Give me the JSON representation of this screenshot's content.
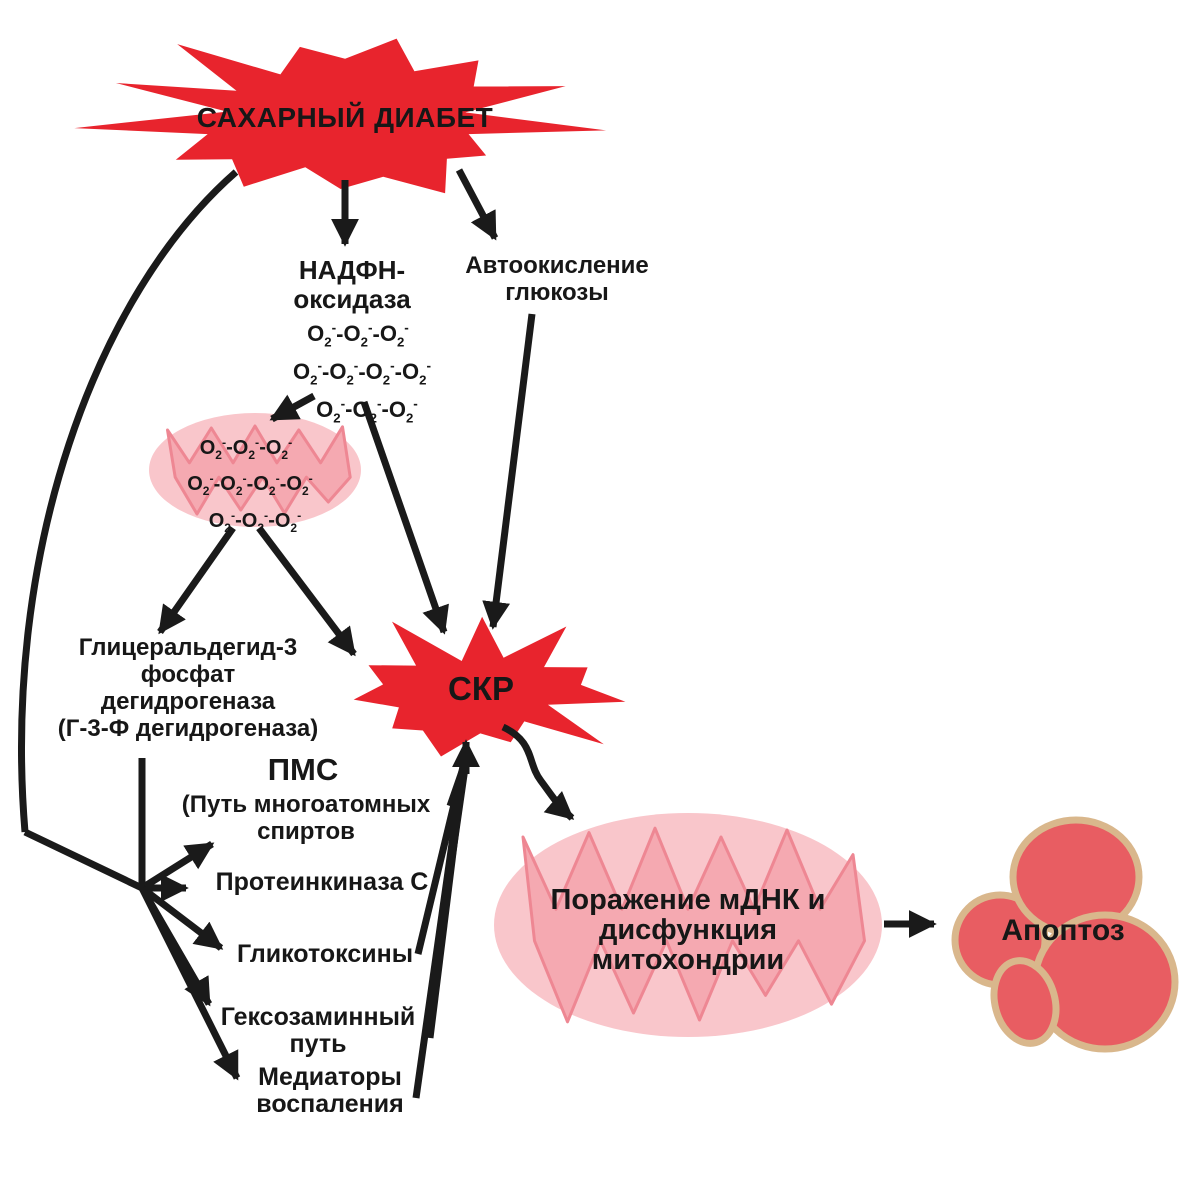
{
  "radical": {
    "base": "O",
    "sub": "2",
    "sup": "-"
  },
  "nodes": {
    "diabetes": "САХАРНЫЙ ДИАБЕТ",
    "nadph1": "НАДФН-",
    "nadph2": "оксидаза",
    "autoox1": "Автоокисление",
    "autoox2": "глюкозы",
    "g3f1": "Глицеральдегид-3",
    "g3f2": "фосфат",
    "g3f3": "дегидрогеназа",
    "g3f4": "(Г-3-Ф дегидрогеназа)",
    "pms1": "ПМС",
    "pms2": "(Путь многоатомных",
    "pms3": "спиртов",
    "pkc": "Протеинкиназа С",
    "glyco": "Гликотоксины",
    "hexo1": "Гексозаминный",
    "hexo2": "путь",
    "med1": "Медиаторы",
    "med2": "воспаления",
    "skr": "СКР",
    "mito1": "Поражение мДНК и",
    "mito2": "дисфункция",
    "mito3": "митохондрии",
    "apoptosis": "Апоптоз"
  },
  "colors": {
    "burst_red": "#e8242d",
    "pink_outer": "#f9c6cb",
    "pink_inner": "#f5a9b1",
    "pink_stroke": "#ee8793",
    "cell_red": "#e85d62",
    "cell_stroke": "#d9b78c",
    "line_black": "#1a1a1a"
  }
}
